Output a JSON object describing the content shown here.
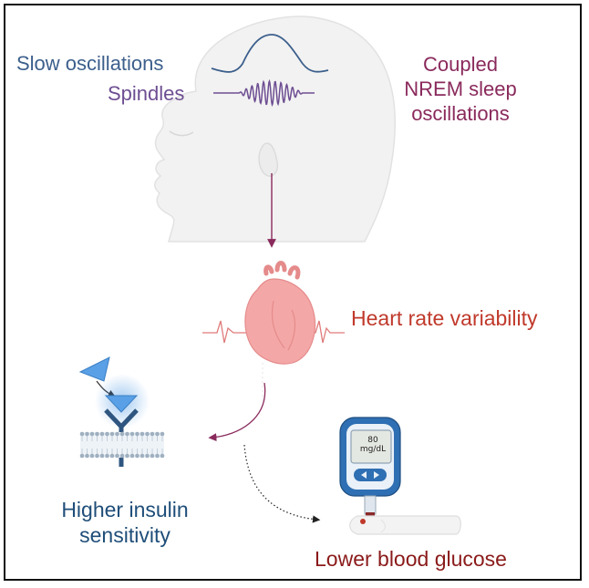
{
  "labels": {
    "slow_oscillations": "Slow oscillations",
    "spindles": "Spindles",
    "coupled": "Coupled NREM sleep oscillations",
    "heart_rate_variability": "Heart rate variability",
    "insulin": "Higher insulin sensitivity",
    "glucose": "Lower blood glucose"
  },
  "meter": {
    "value": "80",
    "unit": "mg/dL"
  },
  "colors": {
    "slow_wave": "#3c5f8c",
    "spindle_wave": "#6d4e92",
    "coupled_text": "#8a2a5c",
    "heart_text": "#c0392b",
    "insulin_text": "#1f4e79",
    "glucose_text": "#8b1a1a"
  },
  "icons": [
    "head-silhouette-icon",
    "heart-icon",
    "insulin-receptor-icon",
    "glucose-meter-icon",
    "finger-icon"
  ]
}
